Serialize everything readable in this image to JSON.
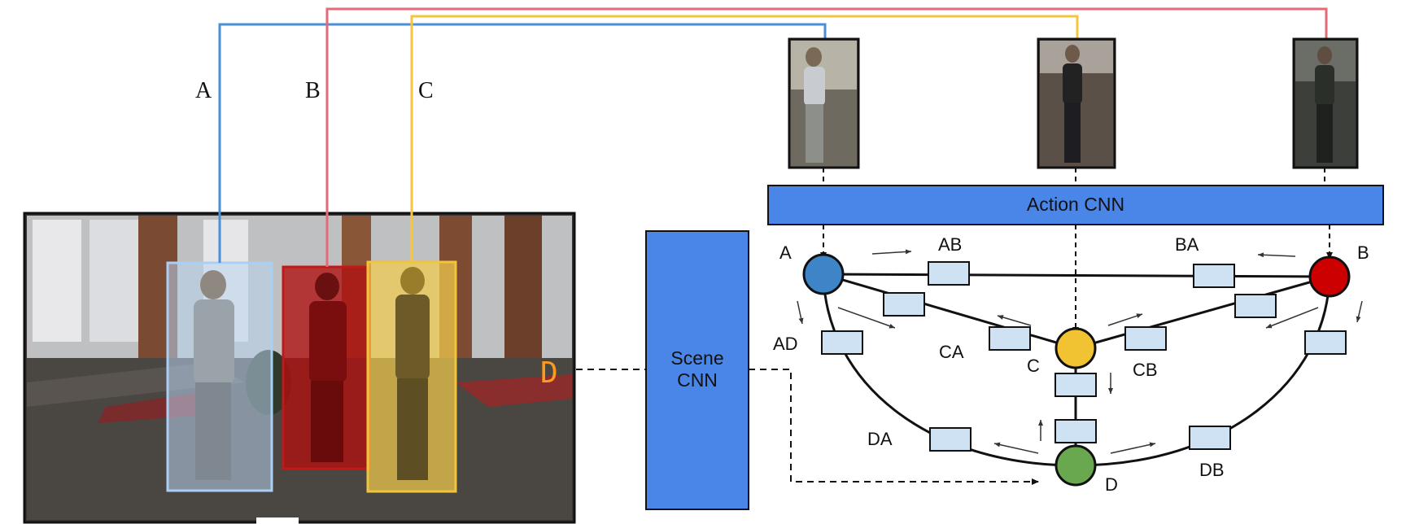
{
  "scene": {
    "person_labels": [
      "A",
      "B",
      "C"
    ],
    "scene_label": "D",
    "line_colors": {
      "A": "#4a8fd6",
      "B": "#e46a78",
      "C": "#f5c542"
    },
    "box_fills": {
      "A": "#b9d3ee",
      "B": "#b00f0f",
      "C": "#f3cb4c"
    }
  },
  "action_cnn": {
    "label": "Action CNN",
    "color": "#4a86e8"
  },
  "scene_cnn": {
    "line1": "Scene",
    "line2": "CNN",
    "color": "#4a86e8"
  },
  "graph": {
    "nodes": [
      {
        "id": "A",
        "label": "A",
        "color": "#3d85c6"
      },
      {
        "id": "B",
        "label": "B",
        "color": "#cc0000"
      },
      {
        "id": "C",
        "label": "C",
        "color": "#f1c232"
      },
      {
        "id": "D",
        "label": "D",
        "color": "#6aa84f"
      }
    ],
    "edge_labels": [
      "AB",
      "BA",
      "AD",
      "CA",
      "CB",
      "DA",
      "DB"
    ],
    "message_box_color": "#cfe2f3"
  }
}
